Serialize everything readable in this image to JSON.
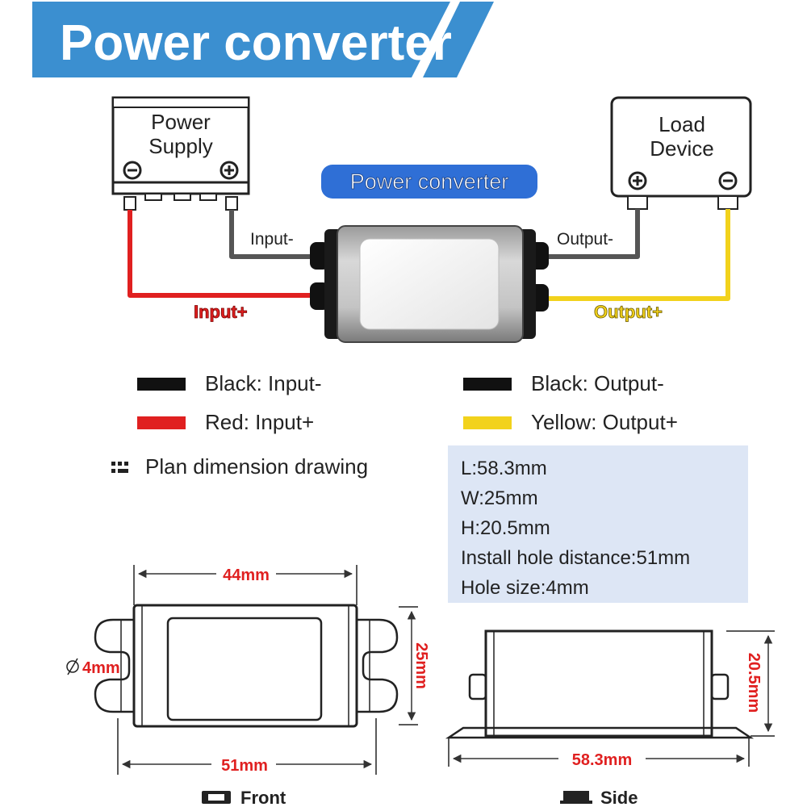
{
  "banner": {
    "title": "Power converter",
    "color": "#3b8fd0"
  },
  "wiring": {
    "power_supply_label": [
      "Power",
      "Supply"
    ],
    "load_device_label": [
      "Load",
      "Device"
    ],
    "converter_badge": "Power converter",
    "input_minus": "Input-",
    "input_plus": "Input+",
    "output_minus": "Output-",
    "output_plus": "Output+",
    "wire_colors": {
      "black": "#111111",
      "red": "#e02020",
      "yellow": "#f2d21c",
      "grey": "#555555"
    }
  },
  "legend": {
    "items": [
      {
        "text": "Black: Input-",
        "color": "#111111"
      },
      {
        "text": "Red: Input+",
        "color": "#e02020"
      },
      {
        "text": "Black: Output-",
        "color": "#111111"
      },
      {
        "text": "Yellow: Output+",
        "color": "#f2d21c"
      }
    ],
    "plan_title": "Plan dimension drawing"
  },
  "specs": [
    "L:58.3mm",
    "W:25mm",
    "H:20.5mm",
    "Install hole distance:51mm",
    "Hole size:4mm"
  ],
  "dimensions": {
    "front": {
      "top": "44mm",
      "bottom": "51mm",
      "right": "25mm",
      "hole": "4mm",
      "caption": "Front"
    },
    "side": {
      "right": "20.5mm",
      "bottom": "58.3mm",
      "caption": "Side"
    },
    "dim_color": "#e02020"
  }
}
